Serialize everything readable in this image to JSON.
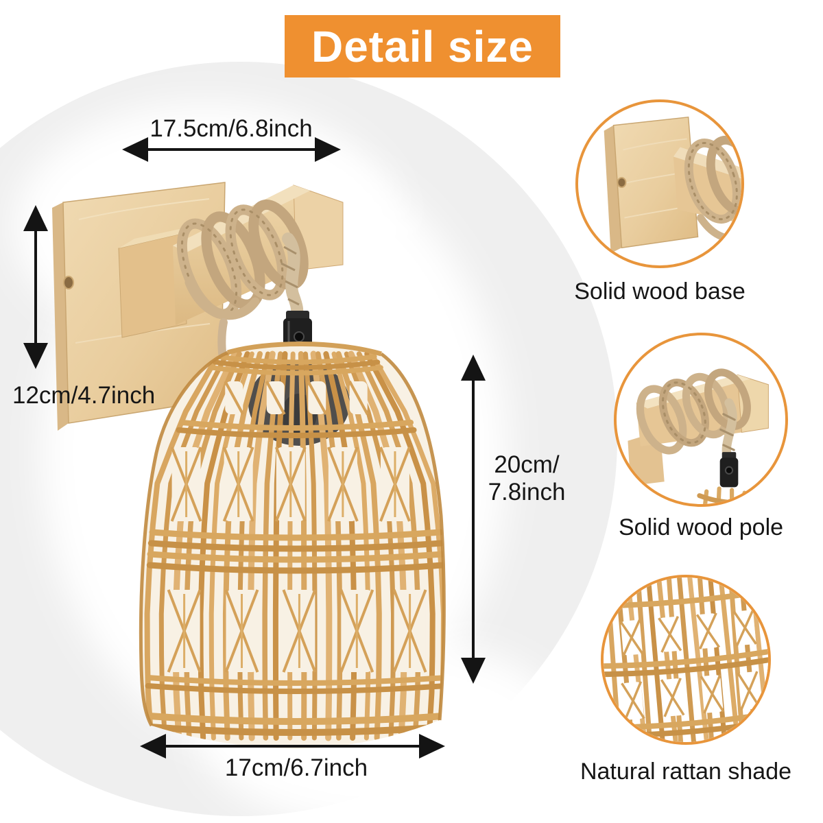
{
  "banner": {
    "title": "Detail size"
  },
  "dimensions": {
    "top": {
      "label": "17.5cm/6.8inch"
    },
    "left": {
      "label": "12cm/4.7inch"
    },
    "right": {
      "line1": "20cm/",
      "line2": "7.8inch"
    },
    "bottom": {
      "label": "17cm/6.7inch"
    }
  },
  "callouts": [
    {
      "label": "Solid wood base"
    },
    {
      "label": "Solid wood pole"
    },
    {
      "label": "Natural rattan shade"
    }
  ],
  "colors": {
    "banner_orange": "#EF9030",
    "ring_orange": "#E8953B",
    "bg_circle_gray": "#efefef",
    "arrow_black": "#141414",
    "text_black": "#161616",
    "wood_light": "#efd8ad",
    "wood_mid": "#e6c693",
    "wood_side": "#d9b887",
    "wood_edge": "#c9a671",
    "hemp_rope": "#cdb28b",
    "hemp_dark": "#a98e66",
    "shade_fill": "#f8f1e4",
    "rope_palette": [
      "#d8a660",
      "#cf9a52",
      "#e0b273",
      "#d4a15b",
      "#c99147",
      "#dcab67"
    ],
    "band_a": "#d8a75f",
    "band_b": "#c79147",
    "shade_edge": "#c08a3f",
    "hole_diag": "#d4a159",
    "socket_black": "#1f1f1f"
  }
}
